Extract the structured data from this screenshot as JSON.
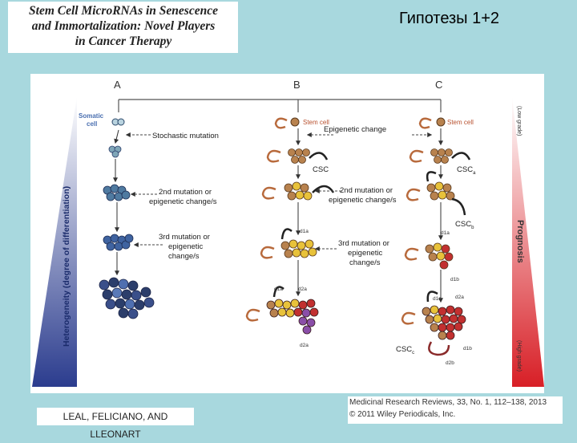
{
  "book_title": {
    "line1": "Stem Cell MicroRNAs in Senescence",
    "line2": "and Immortalization: Novel Players",
    "line3": "in Cancer Therapy"
  },
  "slide_title": "Гипотезы 1+2",
  "figure": {
    "panels": {
      "a": "A",
      "b": "B",
      "c": "C"
    },
    "left_axis": "Heterogeneity (degree of differentiation)",
    "right_axis": {
      "main": "Prognosis",
      "top": "(Low grade)",
      "bottom": "(High grade)"
    },
    "labels": {
      "somatic1": "Somatic",
      "somatic2": "cell",
      "stochastic": "Stochastic mutation",
      "stem_b": "Stem cell",
      "stem_c": "Stem cell",
      "epigenetic": "Epigenetic change",
      "csc_b": "CSC",
      "csc_a": "CSC",
      "csc_a_sub": "a",
      "csc_b2": "CSC",
      "csc_b2_sub": "b",
      "csc_c": "CSC",
      "csc_c_sub": "c",
      "m2a_1": "2nd mutation or",
      "m2a_2": "epigenetic change/s",
      "m2b_1": "2nd mutation or",
      "m2b_2": "epigenetic change/s",
      "m3a_1": "3rd mutation or",
      "m3a_2": "epigenetic",
      "m3a_3": "change/s",
      "m3b_1": "3rd mutation or",
      "m3b_2": "epigenetic",
      "m3b_3": "change/s",
      "d1a_b": "d1a",
      "d1a_b2": "d1a",
      "d2a_b": "d2a",
      "d2a_b2": "d2a",
      "d1a_c": "d1a",
      "d1b_c": "d1b",
      "d1a_c2": "d1a",
      "d2a_c": "d2a",
      "d1b_c2": "d1b",
      "d2b_c": "d2b"
    }
  },
  "credits": {
    "authors": "LEAL, FELICIANO, AND LLEONART",
    "journal": "Medicinal Research Reviews, 33, No. 1, 112–138, 2013",
    "copyright": "© 2011 Wiley Periodicals, Inc."
  },
  "colors": {
    "background": "#a8d8de",
    "somatic_cell": "#7fa6b8",
    "tumor_dark": "#2c3e6b",
    "stem_cell": "#b8824e",
    "csc_yellow": "#e8c23a",
    "red_cells": "#c23030",
    "purple_cells": "#8a4ea8",
    "prognosis_red": "#d81f26",
    "heterogeneity_blue": "#2b3c8e"
  }
}
